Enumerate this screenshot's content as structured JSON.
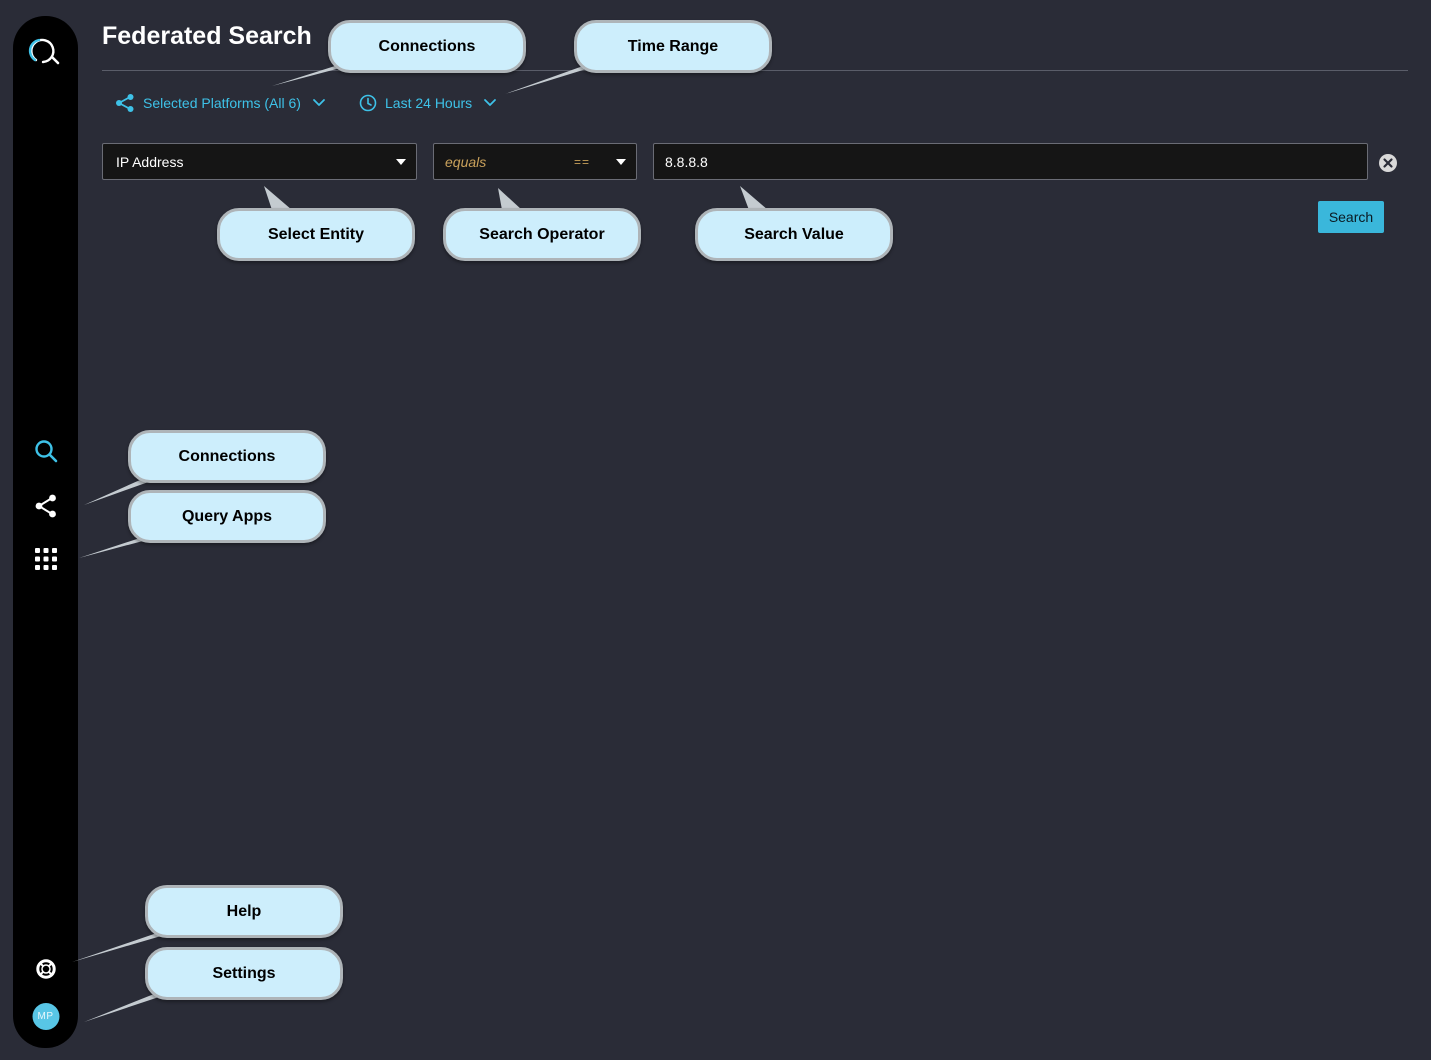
{
  "header": {
    "title": "Federated Search"
  },
  "filters": {
    "platforms_label": "Selected Platforms (All 6)",
    "time_label": "Last 24 Hours"
  },
  "search": {
    "entity_value": "IP Address",
    "operator_label": "equals",
    "operator_symbol": "==",
    "value": "8.8.8.8",
    "button_label": "Search"
  },
  "user": {
    "initials": "MP"
  },
  "icons": {
    "logo": "app-logo-icon",
    "search": "search-icon",
    "connections": "share-nodes-icon",
    "apps": "grid-icon",
    "help": "lifebuoy-icon",
    "clear": "clear-circle-icon",
    "clock": "clock-icon",
    "chevron": "chevron-down-icon"
  },
  "colors": {
    "background": "#2a2c37",
    "sidebar": "#000000",
    "accent": "#3ec2e8",
    "operator_text": "#c9a15b",
    "callout_fill": "#cdeefc",
    "callout_border": "#aeb4b8",
    "button": "#3ab7db",
    "avatar": "#58c6e6"
  },
  "annotations": {
    "connections_top": "Connections",
    "time_range": "Time Range",
    "select_entity": "Select Entity",
    "search_operator": "Search Operator",
    "search_value": "Search Value",
    "connections_side": "Connections",
    "query_apps": "Query Apps",
    "help": "Help",
    "settings": "Settings"
  }
}
